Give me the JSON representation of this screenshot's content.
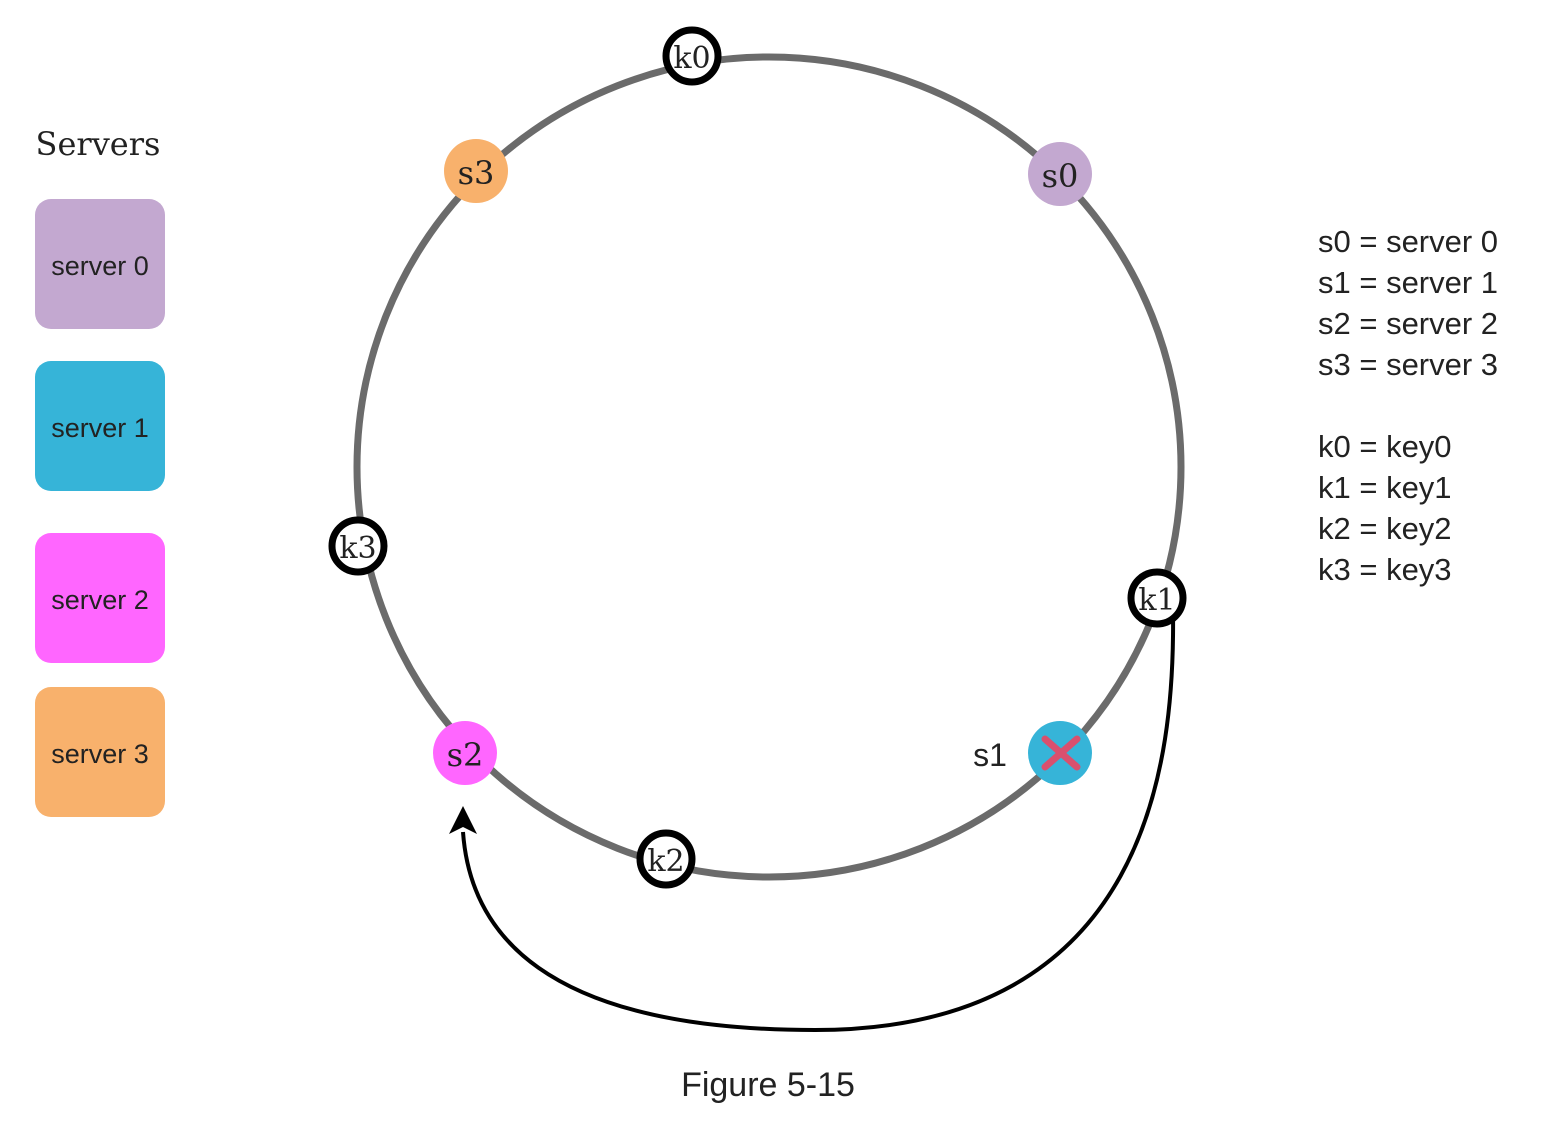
{
  "legend": {
    "title": "Servers",
    "servers": [
      {
        "label": "server 0",
        "color": "#C3A8D0"
      },
      {
        "label": "server 1",
        "color": "#36B4D8"
      },
      {
        "label": "server 2",
        "color": "#FF66FF"
      },
      {
        "label": "server 3",
        "color": "#F8B16C"
      }
    ]
  },
  "ring": {
    "servers": [
      {
        "label": "s3",
        "color": "#F8B16C"
      },
      {
        "label": "s0",
        "color": "#C3A8D0"
      },
      {
        "label": "s2",
        "color": "#FF66FF"
      },
      {
        "label": "s1",
        "color": "#36B4D8",
        "removed": true
      }
    ],
    "keys": [
      "k0",
      "k1",
      "k2",
      "k3"
    ],
    "ring_color": "#6B6B6B",
    "cross_color": "#D9506E"
  },
  "key_legend": [
    "s0 = server 0",
    "s1 = server 1",
    "s2 = server 2",
    "s3 = server 3",
    "k0 = key0",
    "k1 = key1",
    "k2 = key2",
    "k3 = key3"
  ],
  "caption": "Figure 5-15"
}
